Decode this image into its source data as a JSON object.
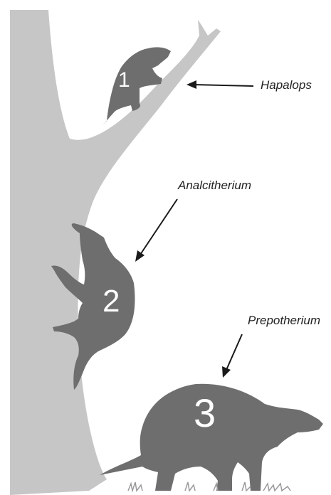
{
  "colors": {
    "trunk": "#c6c6c6",
    "animal": "#6e6e6e",
    "label_number": "#ffffff",
    "arrow": "#1a1a1a",
    "grass": "#9a9a9a"
  },
  "animals": [
    {
      "number": "1",
      "species": "Hapalops"
    },
    {
      "number": "2",
      "species": "Analcitherium"
    },
    {
      "number": "3",
      "species": "Prepotherium"
    }
  ]
}
